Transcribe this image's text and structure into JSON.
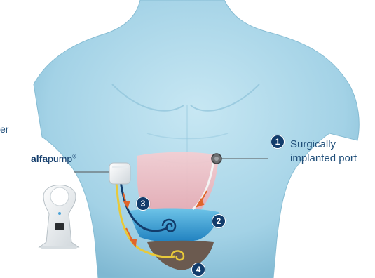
{
  "labels": {
    "corner_fragment": "er",
    "device_brand_bold": "alfa",
    "device_brand_rest": "pump",
    "device_brand_mark": "®",
    "port_line1": "Surgically",
    "port_line2": "implanted port"
  },
  "markers": [
    "1",
    "2",
    "3",
    "4"
  ],
  "colors": {
    "body": "#a9d6e8",
    "body_shadow": "#6fa9c4",
    "liver_pink": "#f0b6bd",
    "bladder_blue": "#2e8fc8",
    "bowel_brown": "#6b5a4f",
    "tube_yellow": "#e8c93a",
    "tube_navy": "#123c6b",
    "arrow_orange": "#e0652a",
    "text_blue": "#1f4e79"
  },
  "icons": [
    "torso-illustration",
    "alfapump-device-icon",
    "charger-device-icon",
    "implanted-port-icon",
    "flow-arrow-icon"
  ]
}
